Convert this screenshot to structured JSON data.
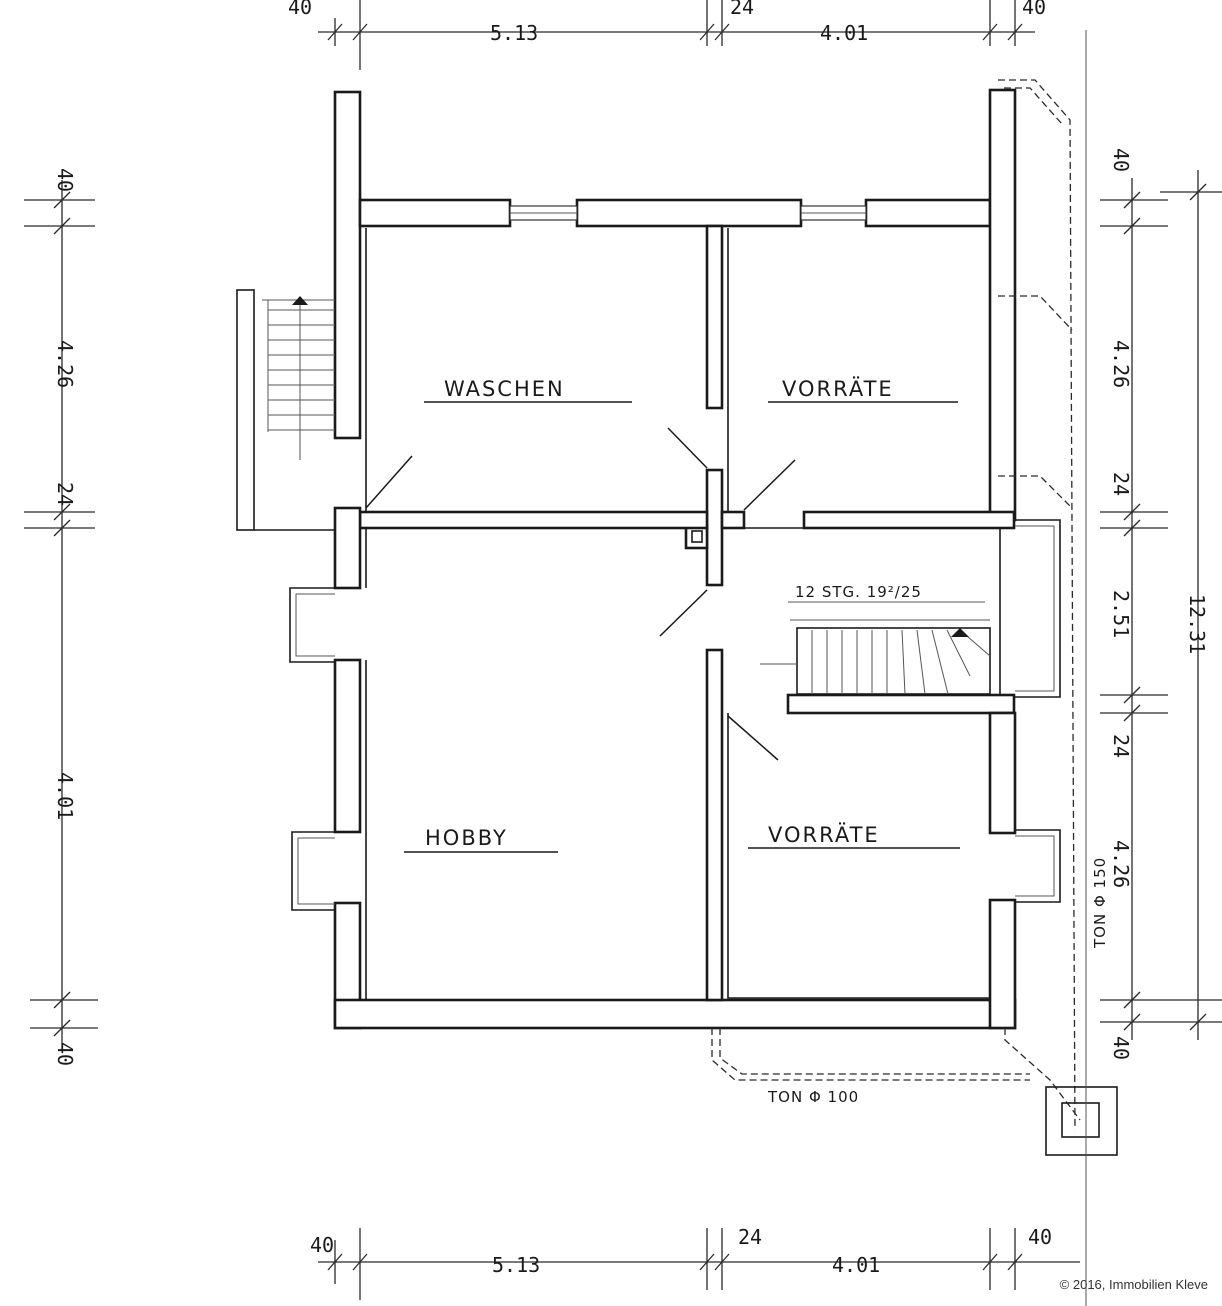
{
  "rooms": {
    "waschen": "WASCHEN",
    "vorraete_top": "VORRÄTE",
    "hobby": "HOBBY",
    "vorraete_bottom": "VORRÄTE"
  },
  "stairs_label": "12 STG. 19²/25",
  "pipes": {
    "right": "TON Φ 150",
    "bottom": "TON Φ 100"
  },
  "dims_top": [
    "40",
    "5.13",
    "24",
    "4.01",
    "40"
  ],
  "dims_bottom": [
    "40",
    "5.13",
    "24",
    "4.01",
    "40"
  ],
  "dims_left": [
    "40",
    "4.26",
    "24",
    "4.01",
    "40"
  ],
  "dims_right": [
    "40",
    "4.26",
    "24",
    "2.51",
    "24",
    "4.26",
    "40"
  ],
  "dim_total_right": "12.31",
  "copyright": "© 2016, Immobilien Kleve"
}
